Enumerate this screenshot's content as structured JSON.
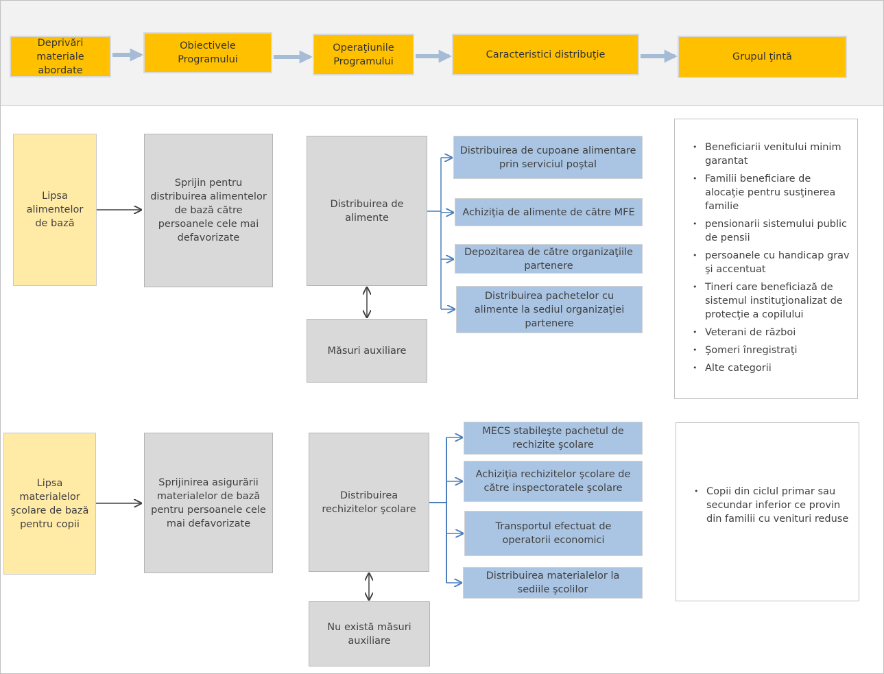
{
  "header": {
    "steps": [
      "Deprivări materiale abordate",
      "Obiectivele Programului",
      "Operaţiunile Programului",
      "Caracteristici distribuţie",
      "Grupul ţintă"
    ]
  },
  "row1": {
    "deprivation": "Lipsa alimentelor de bază",
    "objective": "Sprijin pentru distribuirea alimentelor de bază către persoanele cele mai defavorizate",
    "operation": "Distribuirea de alimente",
    "auxiliary": "Măsuri auxiliare",
    "characteristics": [
      "Distribuirea de cupoane alimentare prin serviciul poştal",
      "Achiziţia de alimente de către MFE",
      "Depozitarea de către organizaţiile partenere",
      "Distribuirea pachetelor cu alimente la sediul organizaţiei partenere"
    ],
    "target_groups": [
      "Beneficiarii venitului minim garantat",
      "Familii beneficiare de alocaţie pentru susţinerea familie",
      "pensionarii sistemului public de pensii",
      "persoanele cu handicap grav şi accentuat",
      "Tineri care beneficiază de sistemul instituţionalizat de protecţie a copilului",
      "Veterani de război",
      "Şomeri înregistraţi",
      "Alte categorii"
    ]
  },
  "row2": {
    "deprivation": "Lipsa materialelor şcolare de bază pentru copii",
    "objective": "Sprijinirea asigurării materialelor de bază pentru persoanele cele mai defavorizate",
    "operation": "Distribuirea rechizitelor şcolare",
    "auxiliary": "Nu există măsuri auxiliare",
    "characteristics": [
      "MECS stabileşte pachetul de rechizite şcolare",
      "Achiziţia rechizitelor şcolare de către inspectoratele şcolare",
      "Transportul efectuat de operatorii economici",
      "Distribuirea materialelor la sediile şcolilor"
    ],
    "target_groups": [
      "Copii din ciclul primar sau secundar inferior ce provin din familii cu venituri reduse"
    ]
  },
  "colors": {
    "header_fill": "#ffc000",
    "deprivation_fill": "#ffeaa6",
    "grey_fill": "#d9d9d9",
    "blue_fill": "#a9c5e3",
    "blue_line": "#4a7ebb",
    "dark_arrow": "#404040",
    "light_arrow": "#a6bcd6"
  }
}
